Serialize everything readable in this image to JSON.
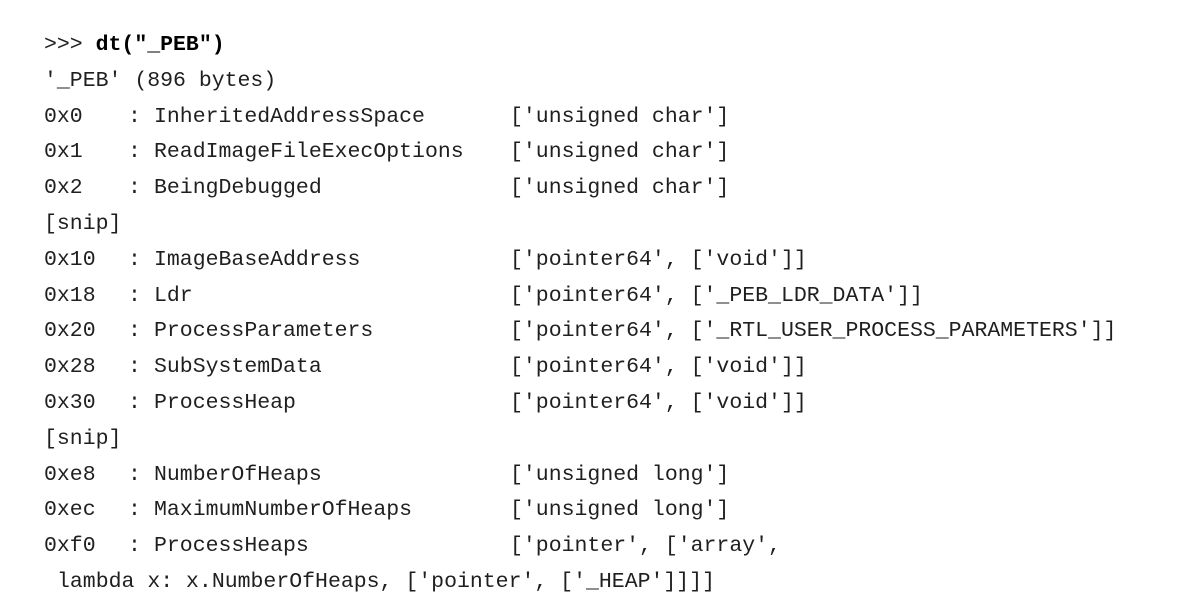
{
  "prompt": ">>> ",
  "command": "dt(\"_PEB\")",
  "header": "'_PEB' (896 bytes)",
  "separator": ":",
  "rows": [
    {
      "offset": "0x0",
      "name": "InheritedAddressSpace",
      "type": "['unsigned char']"
    },
    {
      "offset": "0x1",
      "name": "ReadImageFileExecOptions",
      "type": "['unsigned char']"
    },
    {
      "offset": "0x2",
      "name": "BeingDebugged",
      "type": "['unsigned char']"
    },
    {
      "snip": "[snip]"
    },
    {
      "offset": "0x10",
      "name": "ImageBaseAddress",
      "type": "['pointer64', ['void']]"
    },
    {
      "offset": "0x18",
      "name": "Ldr",
      "type": "['pointer64', ['_PEB_LDR_DATA']]"
    },
    {
      "offset": "0x20",
      "name": "ProcessParameters",
      "type": "['pointer64', ['_RTL_USER_PROCESS_PARAMETERS']]"
    },
    {
      "offset": "0x28",
      "name": "SubSystemData",
      "type": "['pointer64', ['void']]"
    },
    {
      "offset": "0x30",
      "name": "ProcessHeap",
      "type": "['pointer64', ['void']]"
    },
    {
      "snip": "[snip]"
    },
    {
      "offset": "0xe8",
      "name": "NumberOfHeaps",
      "type": "['unsigned long']"
    },
    {
      "offset": "0xec",
      "name": "MaximumNumberOfHeaps",
      "type": "['unsigned long']"
    },
    {
      "offset": "0xf0",
      "name": "ProcessHeaps",
      "type": "['pointer', ['array',"
    },
    {
      "continuation": "lambda x: x.NumberOfHeaps, ['pointer', ['_HEAP']]]]"
    }
  ]
}
